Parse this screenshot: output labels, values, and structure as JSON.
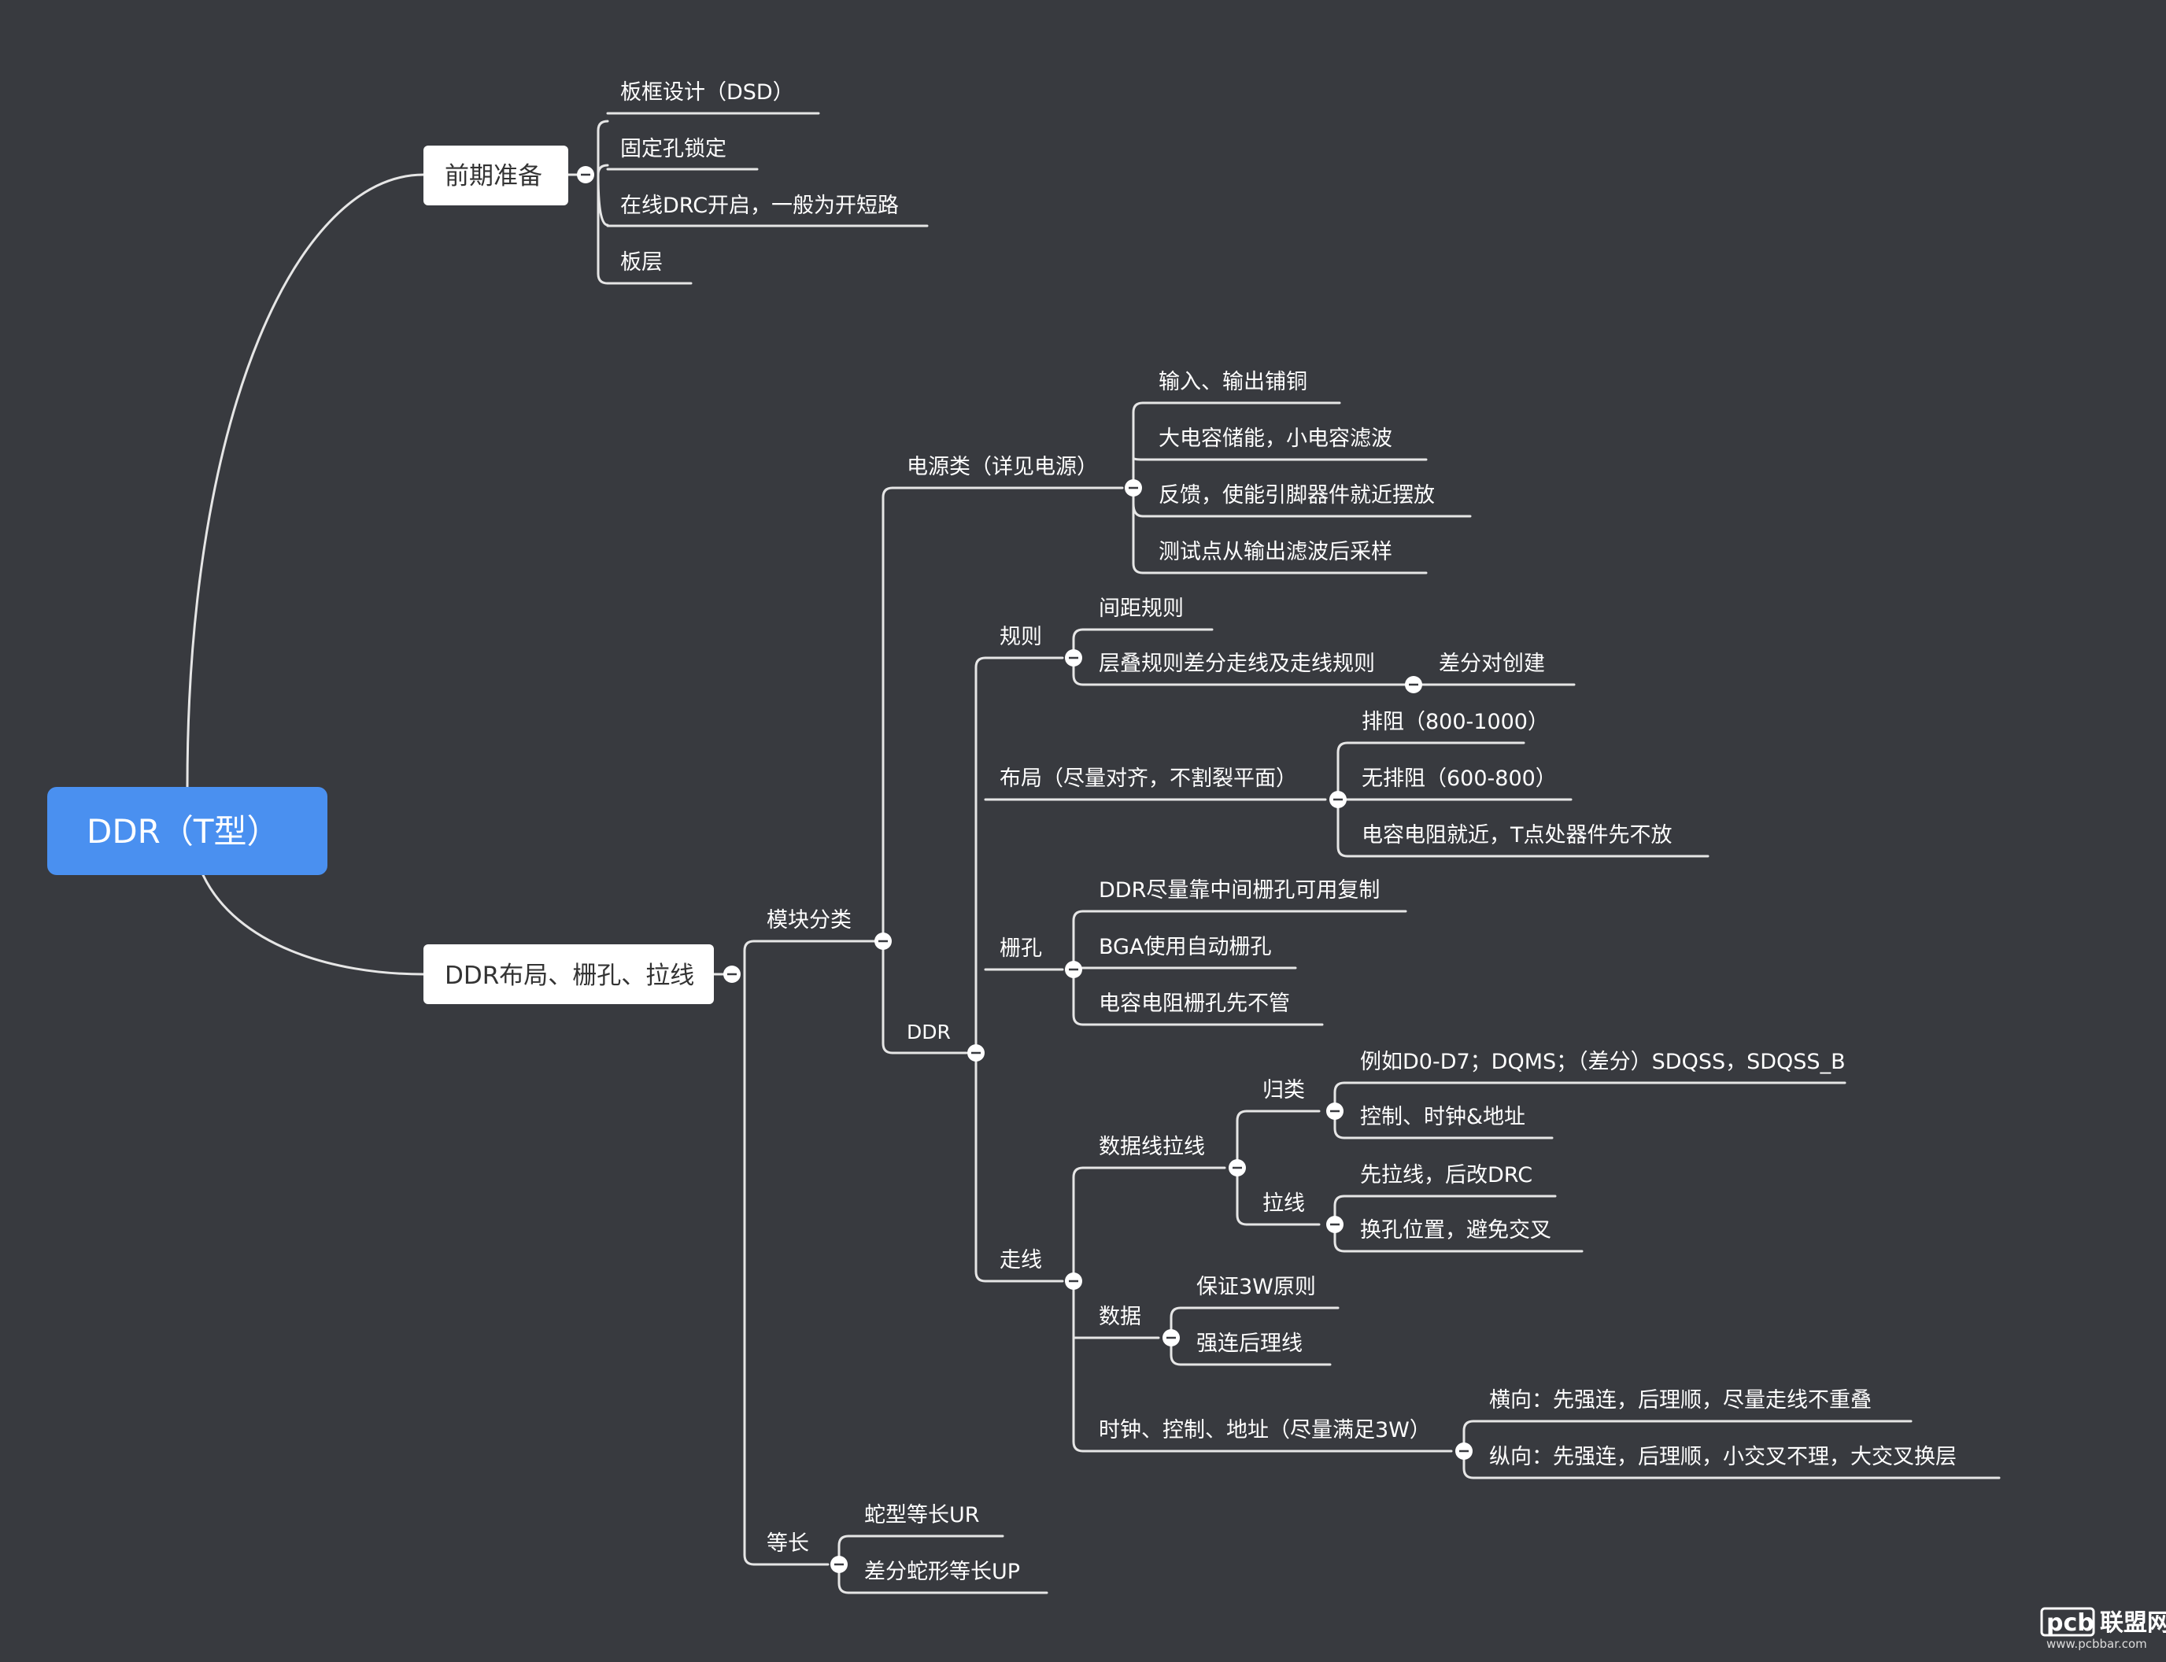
{
  "root": {
    "label": "DDR（T型）"
  },
  "branches": {
    "prep": {
      "label": "前期准备",
      "items": [
        "板框设计（DSD）",
        "固定孔锁定",
        "在线DRC开启，一般为开短路",
        "板层"
      ]
    },
    "layout": {
      "label": "DDR布局、栅孔、拉线",
      "module": {
        "label": "模块分类",
        "power": {
          "label": "电源类（详见电源）",
          "items": [
            "输入、输出铺铜",
            "大电容储能，小电容滤波",
            "反馈，使能引脚器件就近摆放",
            "测试点从输出滤波后采样"
          ]
        },
        "ddr": {
          "label": "DDR",
          "rules": {
            "label": "规则",
            "items": [
              "间距规则",
              "层叠规则差分走线及走线规则"
            ],
            "sub": "差分对创建"
          },
          "placement": {
            "label": "布局（尽量对齐，不割裂平面）",
            "items": [
              "排阻（800-1000）",
              "无排阻（600-800）",
              "电容电阻就近，T点处器件先不放"
            ]
          },
          "vias": {
            "label": "栅孔",
            "items": [
              "DDR尽量靠中间栅孔可用复制",
              "BGA使用自动栅孔",
              "电容电阻栅孔先不管"
            ]
          },
          "routing": {
            "label": "走线",
            "dataline": {
              "label": "数据线拉线",
              "classify": {
                "label": "归类",
                "items": [
                  "例如D0-D7；DQMS；（差分）SDQSS，SDQSS_B",
                  "控制、时钟&地址"
                ]
              },
              "pull": {
                "label": "拉线",
                "items": [
                  "先拉线，后改DRC",
                  "换孔位置，避免交叉"
                ]
              }
            },
            "data": {
              "label": "数据",
              "items": [
                "保证3W原则",
                "强连后理线"
              ]
            },
            "clock": {
              "label": "时钟、控制、地址（尽量满足3W）",
              "items": [
                "横向：先强连，后理顺，尽量走线不重叠",
                "纵向：先强连，后理顺，小交叉不理，大交叉换层"
              ]
            }
          }
        },
        "equal": {
          "label": "等长",
          "items": [
            "蛇型等长UR",
            "差分蛇形等长UP"
          ]
        }
      }
    }
  },
  "watermark": {
    "logo": "pcb",
    "brand": "联盟网",
    "url": "www.pcbbar.com"
  },
  "colors": {
    "background": "#383a3f",
    "root": "#4a90f0",
    "line": "#e6e6e6",
    "box": "#ffffff"
  }
}
